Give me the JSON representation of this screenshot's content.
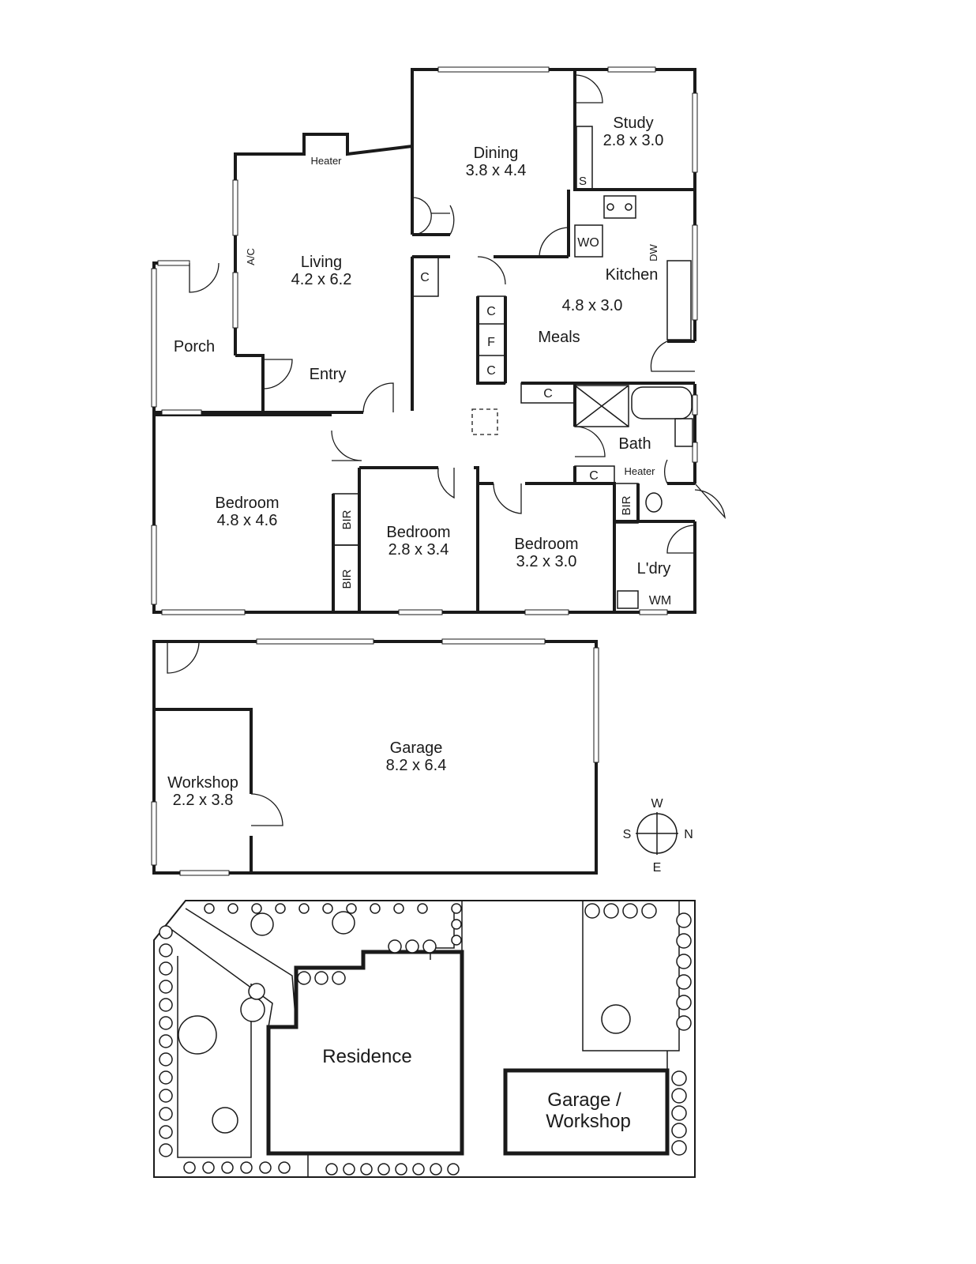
{
  "floor_plan": {
    "rooms": {
      "dining": {
        "name": "Dining",
        "size": "3.8 x 4.4"
      },
      "study": {
        "name": "Study",
        "size": "2.8 x 3.0"
      },
      "living": {
        "name": "Living",
        "size": "4.2 x 6.2"
      },
      "kitchen": {
        "name": "Kitchen"
      },
      "meals": {
        "name": "Meals",
        "size": "4.8 x 3.0"
      },
      "porch": {
        "name": "Porch"
      },
      "entry": {
        "name": "Entry"
      },
      "bath": {
        "name": "Bath"
      },
      "bedroom1": {
        "name": "Bedroom",
        "size": "4.8 x 4.6"
      },
      "bedroom2": {
        "name": "Bedroom",
        "size": "2.8 x 3.4"
      },
      "bedroom3": {
        "name": "Bedroom",
        "size": "3.2 x 3.0"
      },
      "laundry": {
        "name": "L'dry"
      }
    },
    "fixtures": {
      "heater_living": "Heater",
      "heater_bath": "Heater",
      "ac": "A/C",
      "s": "S",
      "wo": "WO",
      "dw": "DW",
      "c": "C",
      "f": "F",
      "bir": "BIR",
      "wm": "WM"
    }
  },
  "garage_plan": {
    "garage": {
      "name": "Garage",
      "size": "8.2 x 6.4"
    },
    "workshop": {
      "name": "Workshop",
      "size": "2.2 x 3.8"
    }
  },
  "compass": {
    "w": "W",
    "s": "S",
    "n": "N",
    "e": "E"
  },
  "site_plan": {
    "residence": "Residence",
    "garage_workshop_line1": "Garage /",
    "garage_workshop_line2": "Workshop"
  }
}
